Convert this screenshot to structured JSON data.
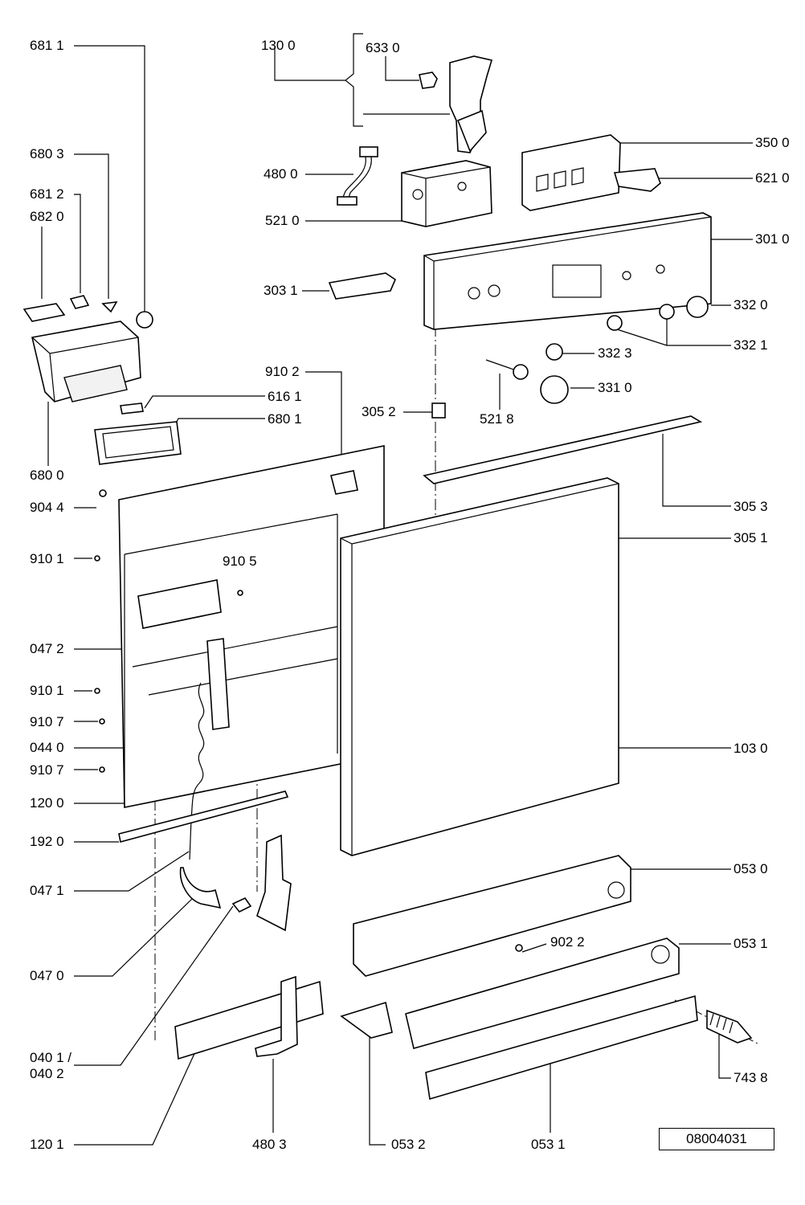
{
  "labels": {
    "l6811": "681 1",
    "l1300": "130 0",
    "l6330": "633 0",
    "l6803": "680 3",
    "l4800": "480 0",
    "l3500": "350 0",
    "l6210": "621 0",
    "l6812": "681 2",
    "l6820": "682 0",
    "l5210": "521 0",
    "l3010": "301 0",
    "l3031": "303 1",
    "l3320": "332 0",
    "l3321": "332 1",
    "l3323": "332 3",
    "l9102": "910 2",
    "l3310": "331 0",
    "l6161": "616 1",
    "l3052": "305 2",
    "l6801": "680 1",
    "l5218": "521 8",
    "l6800": "680 0",
    "l9044": "904 4",
    "l3053": "305 3",
    "l3051": "305 1",
    "l9101a": "910 1",
    "l9105": "910 5",
    "l0472": "047 2",
    "l9101b": "910 1",
    "l9107a": "910 7",
    "l0440": "044 0",
    "l1030": "103 0",
    "l9107b": "910 7",
    "l1200": "120 0",
    "l1920": "192 0",
    "l0530": "053 0",
    "l0471": "047 1",
    "l9022": "902 2",
    "l0531a": "053 1",
    "l0470": "047 0",
    "l0401": "040 1 /",
    "l0402": "040 2",
    "l7438": "743 8",
    "l1201": "120 1",
    "l4803": "480 3",
    "l0532": "053 2",
    "l0531b": "053 1",
    "docnum": "08004031"
  }
}
